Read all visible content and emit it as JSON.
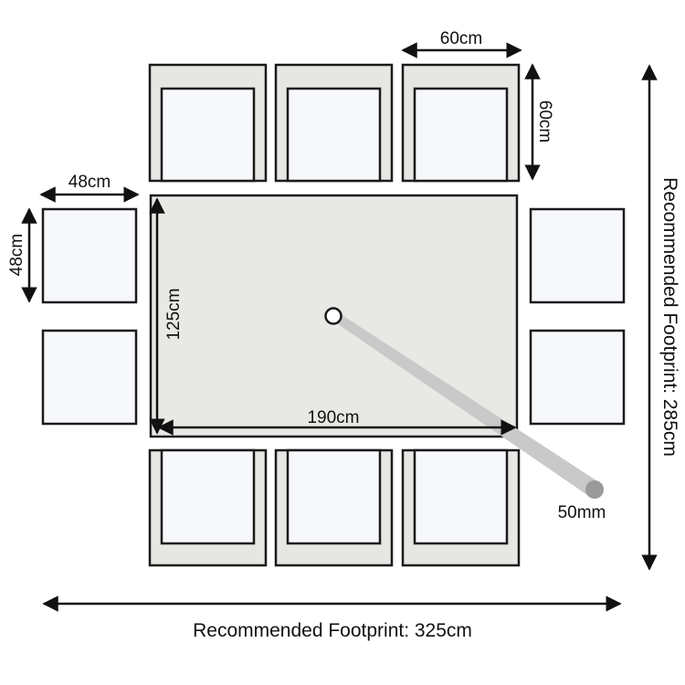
{
  "colors": {
    "outline": "#1a1a1a",
    "table_fill": "#e8e8e5",
    "chair_frame_fill": "#e6e6e3",
    "seat_fill": "#f7f8fb",
    "hole_stem": "#c6c6c6",
    "hole_dot": "#9a9a9a"
  },
  "labels": {
    "chair_width_top": "60cm",
    "chair_depth_top": "60cm",
    "stool_width": "48cm",
    "stool_depth": "48cm",
    "table_depth": "125cm",
    "table_length": "190cm",
    "parasol_hole": "50mm",
    "footprint_width": "Recommended Footprint: 325cm",
    "footprint_depth": "Recommended Footprint: 285cm"
  }
}
